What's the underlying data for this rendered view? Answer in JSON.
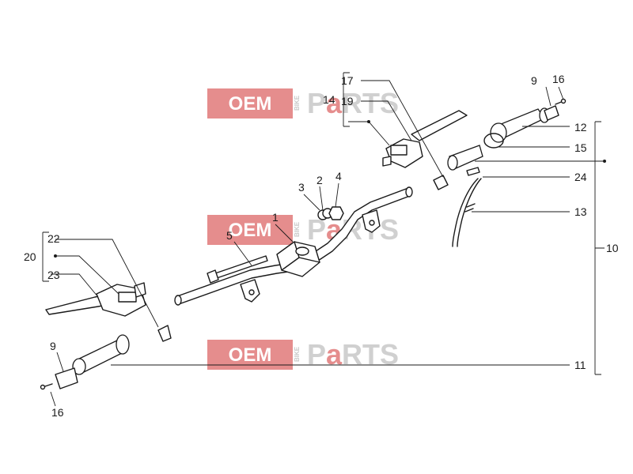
{
  "diagram": {
    "watermark": {
      "left": "OEM",
      "side": "BIKE",
      "right_pre": "P",
      "right_mid": "a",
      "right_post": "RTS"
    },
    "callouts": [
      {
        "id": "c1",
        "text": "1"
      },
      {
        "id": "c2",
        "text": "2"
      },
      {
        "id": "c3",
        "text": "3"
      },
      {
        "id": "c4",
        "text": "4"
      },
      {
        "id": "c5",
        "text": "5"
      },
      {
        "id": "c9a",
        "text": "9"
      },
      {
        "id": "c9b",
        "text": "9"
      },
      {
        "id": "c10",
        "text": "10"
      },
      {
        "id": "c11",
        "text": "11"
      },
      {
        "id": "c12",
        "text": "12"
      },
      {
        "id": "c13",
        "text": "13"
      },
      {
        "id": "c14",
        "text": "14"
      },
      {
        "id": "c15",
        "text": "15"
      },
      {
        "id": "c16a",
        "text": "16"
      },
      {
        "id": "c16b",
        "text": "16"
      },
      {
        "id": "c17",
        "text": "17"
      },
      {
        "id": "c19",
        "text": "19"
      },
      {
        "id": "c20",
        "text": "20"
      },
      {
        "id": "c22",
        "text": "22"
      },
      {
        "id": "c23",
        "text": "23"
      },
      {
        "id": "c24",
        "text": "24"
      }
    ]
  }
}
